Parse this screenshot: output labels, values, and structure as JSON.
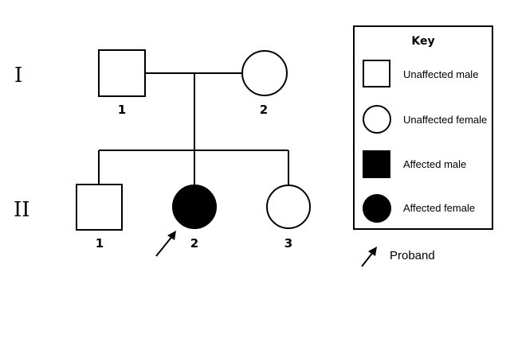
{
  "generations": {
    "gen1_label": "I",
    "gen2_label": "II"
  },
  "individuals": [
    {
      "id": "I-1",
      "number": "1",
      "sex": "male",
      "affected": false
    },
    {
      "id": "I-2",
      "number": "2",
      "sex": "female",
      "affected": false
    },
    {
      "id": "II-1",
      "number": "1",
      "sex": "male",
      "affected": false
    },
    {
      "id": "II-2",
      "number": "2",
      "sex": "female",
      "affected": true,
      "proband": true
    },
    {
      "id": "II-3",
      "number": "3",
      "sex": "female",
      "affected": false
    }
  ],
  "key": {
    "title": "Key",
    "items": [
      {
        "label": "Unaffected male",
        "symbol": "open-square"
      },
      {
        "label": "Unaffected female",
        "symbol": "open-circle"
      },
      {
        "label": "Affected male",
        "symbol": "filled-square"
      },
      {
        "label": "Affected female",
        "symbol": "filled-circle"
      }
    ],
    "proband_label": "Proband"
  },
  "colors": {
    "affected": "#000000",
    "unaffected": "#ffffff",
    "line": "#000000"
  }
}
